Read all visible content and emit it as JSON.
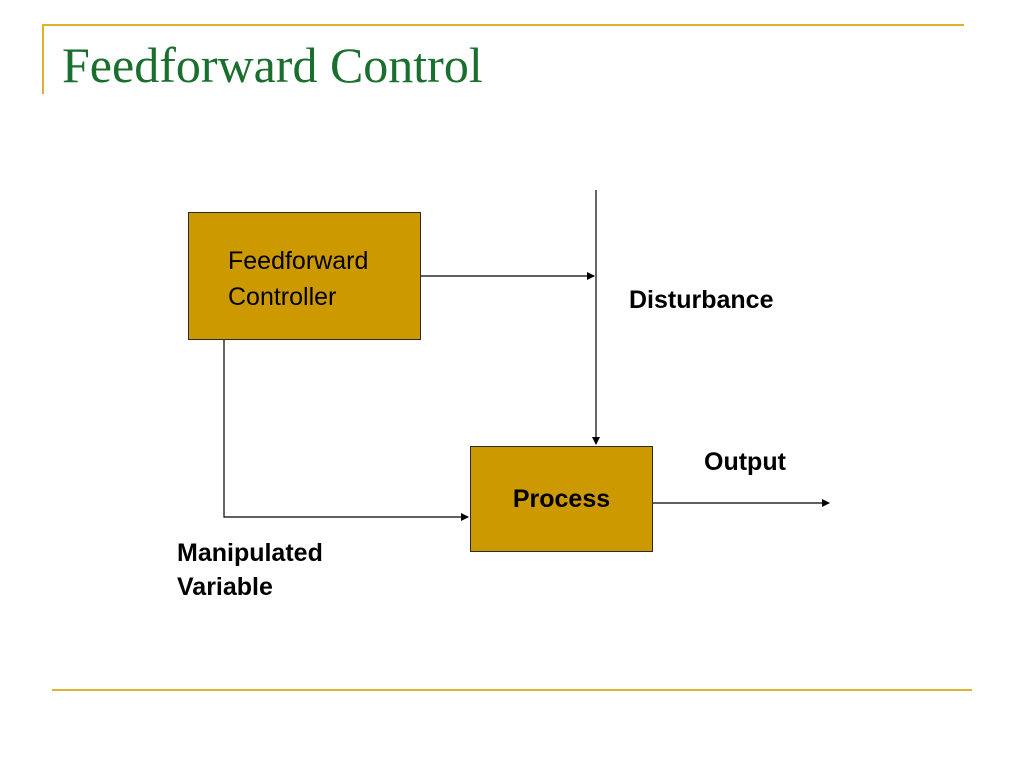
{
  "slide": {
    "title": "Feedforward Control"
  },
  "diagram": {
    "blocks": {
      "feedforward_controller": {
        "line1": "Feedforward",
        "line2": "Controller",
        "fill": "#cc9900"
      },
      "process": {
        "label": "Process",
        "fill": "#cc9900"
      }
    },
    "signals": {
      "disturbance": "Disturbance",
      "output": "Output",
      "manipulated_line1": "Manipulated",
      "manipulated_line2": "Variable"
    }
  },
  "theme": {
    "title_color": "#1a6e2e",
    "rule_color": "#e0b030"
  }
}
